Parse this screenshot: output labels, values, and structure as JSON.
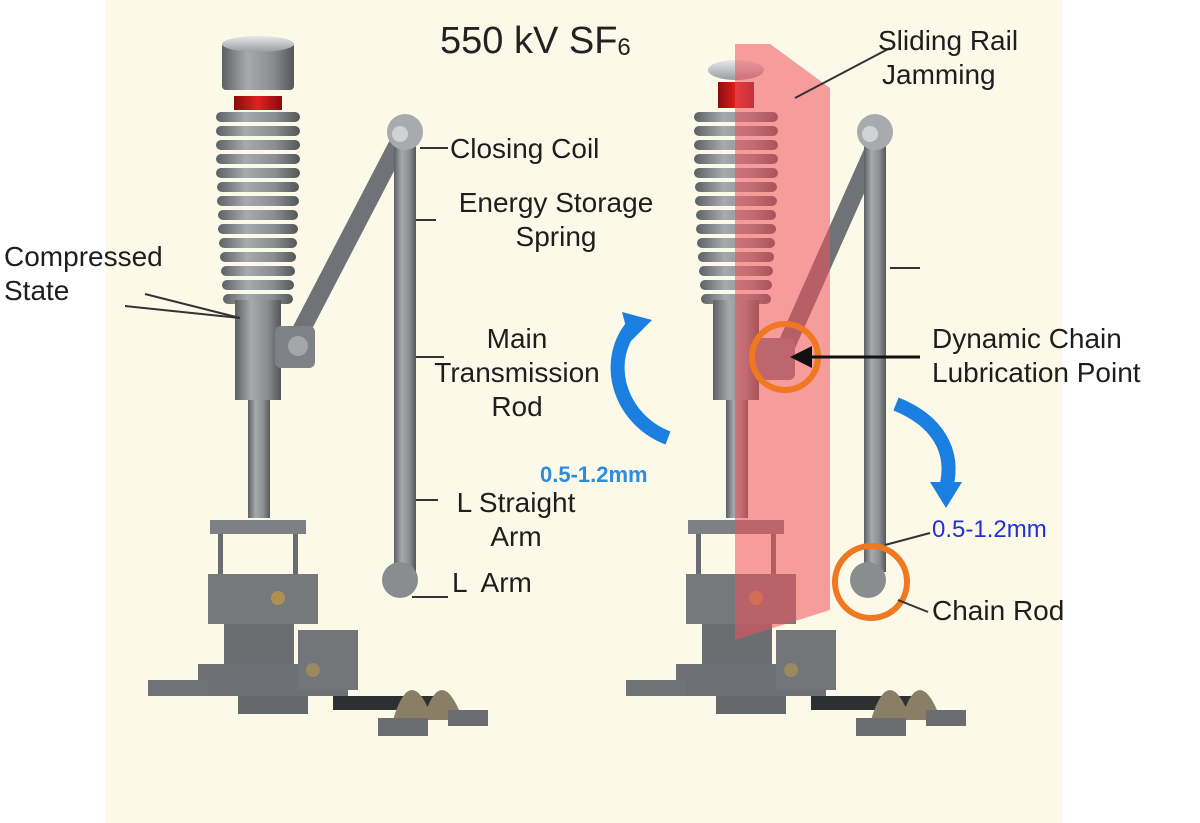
{
  "diagram": {
    "title": "550 kV SF",
    "title_subscript": "6",
    "colors": {
      "background": "#fcf9e8",
      "highlight_plane": "#f0505a",
      "fault_circle": "#f07820",
      "arrow_blue": "#1a7fe0",
      "dim_left": "#2a8de0",
      "dim_right": "#2030d8",
      "metal": "#8a8d90"
    },
    "left_assembly": {
      "state": "normal",
      "labels": {
        "compressed_line1": "Compressed",
        "compressed_line2": "State",
        "closing_coil": "Closing Coil",
        "energy_line1": "Energy Storage",
        "energy_line2": "Spring",
        "main_line1": "Main",
        "main_line2": "Transmission",
        "main_line3": "Rod",
        "lstraight_line1": "L Straight",
        "lstraight_line2": "Arm",
        "l_arm": "L  Arm"
      },
      "rotation_arrow": {
        "direction": "counter-clockwise-up",
        "label": "0.5-1.2mm"
      }
    },
    "right_assembly": {
      "state": "fault",
      "labels": {
        "sliding_line1": "Sliding Rail",
        "sliding_line2": "Jamming",
        "dynamic_line1": "Dynamic Chain",
        "dynamic_line2": "Lubrication Point",
        "chain_rod": "Chain Rod"
      },
      "rotation_arrow": {
        "direction": "clockwise-down",
        "label": "0.5-1.2mm"
      },
      "highlighted_points": [
        "Dynamic Chain Lubrication Point",
        "Chain Rod"
      ]
    }
  }
}
